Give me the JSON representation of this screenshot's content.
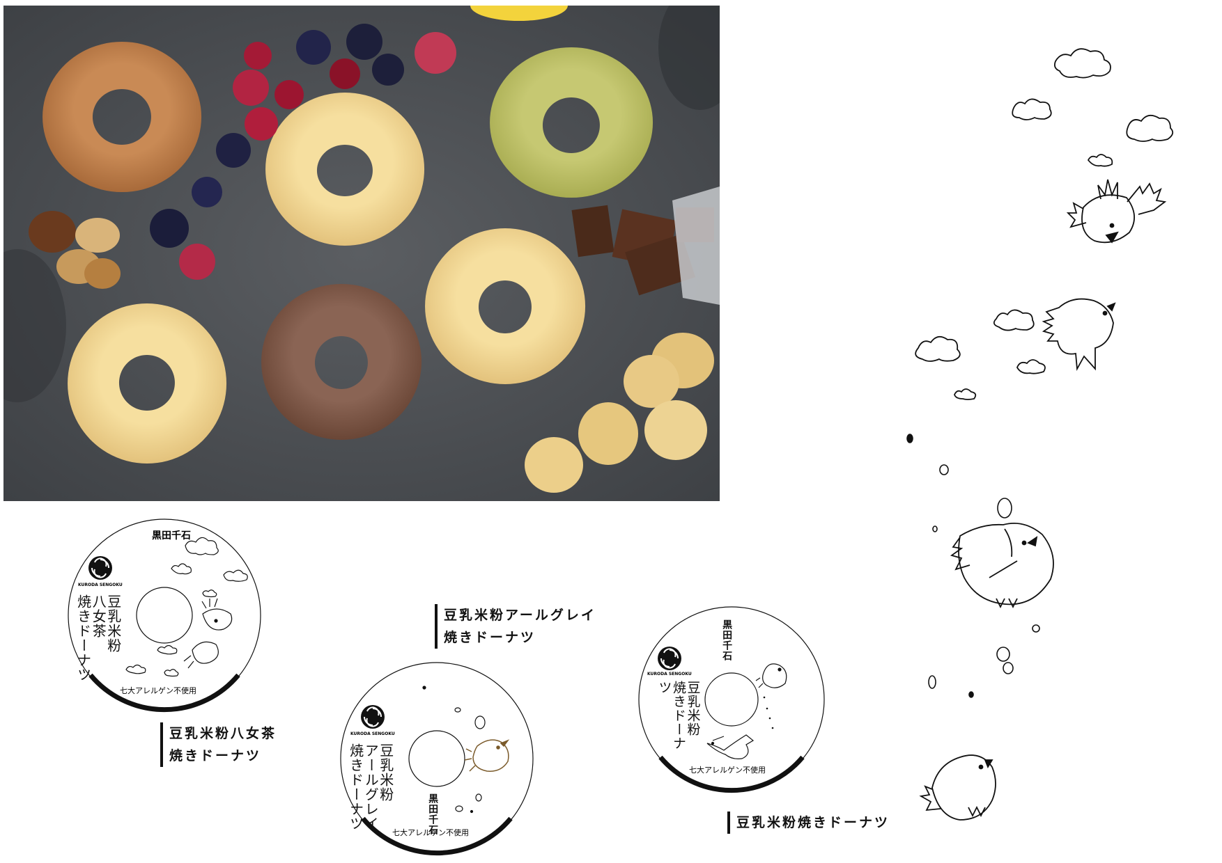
{
  "photo": {
    "subject": "baked donuts on slate board"
  },
  "discs": [
    {
      "brand_name": "黒田千石",
      "brand_en": "KURODA SENGOKU",
      "product_lines": [
        "豆乳米粉",
        "八女茶",
        "焼きドーナツ"
      ],
      "allergen_note": "七大アレルゲン不使用"
    },
    {
      "brand_name": "黒田千石",
      "brand_en": "KURODA SENGOKU",
      "product_lines": [
        "豆乳米粉",
        "アールグレイ",
        "焼きドーナツ"
      ],
      "allergen_note": "七大アレルゲン不使用"
    },
    {
      "brand_name": "黒田千石",
      "brand_en": "KURODA SENGOKU",
      "product_lines": [
        "豆乳米粉",
        "焼きドーナツ"
      ],
      "allergen_note": "七大アレルゲン不使用"
    }
  ],
  "captions": {
    "yame": [
      "豆乳米粉八女茶",
      "焼きドーナツ"
    ],
    "earlgrey": [
      "豆乳米粉アールグレイ",
      "焼きドーナツ"
    ],
    "plain": [
      "豆乳米粉焼きドーナツ"
    ]
  },
  "colors": {
    "slate": "#4f5256",
    "ink": "#111111",
    "earlgrey_bird": "#7a5a2a"
  },
  "icons": [
    "swirl-logo-icon",
    "cloud-icon",
    "bird-icon"
  ]
}
